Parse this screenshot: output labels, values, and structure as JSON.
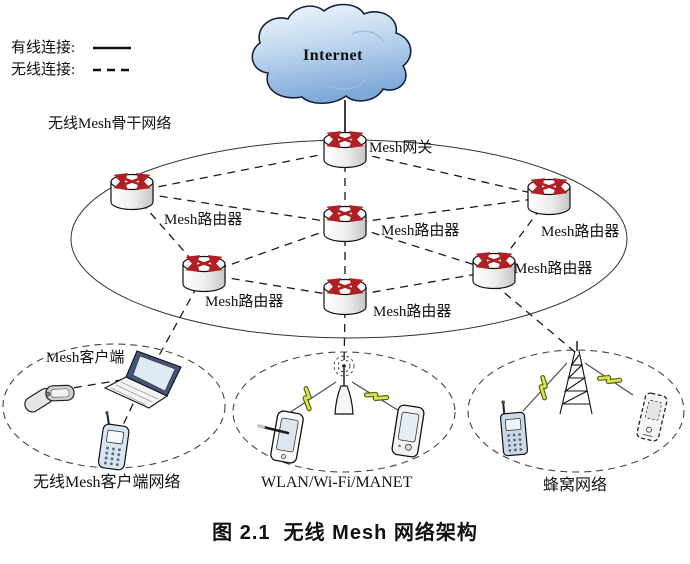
{
  "legend": {
    "wired_label": "有线连接:",
    "wireless_label": "无线连接:"
  },
  "internet": {
    "label": "Internet"
  },
  "backbone": {
    "title": "无线Mesh骨干网络",
    "gateway": {
      "label": "Mesh网关"
    },
    "routers": [
      {
        "label": "Mesh路由器"
      },
      {
        "label": "Mesh路由器"
      },
      {
        "label": "Mesh路由器"
      },
      {
        "label": "Mesh路由器"
      },
      {
        "label": "Mesh路由器"
      },
      {
        "label": "Mesh路由器"
      }
    ]
  },
  "client_network": {
    "node_label": "Mesh客户端",
    "caption": "无线Mesh客户端网络"
  },
  "wlan_network": {
    "caption": "WLAN/Wi-Fi/MANET"
  },
  "cellular_network": {
    "caption": "蜂窝网络"
  },
  "figure_caption": "图 2.1  无线 Mesh 网络架构",
  "colors": {
    "router_arrow": "#b01f24",
    "cloud_top": "#f0f6fd",
    "cloud_bottom": "#7fa9d9",
    "lightning": "#dce64e",
    "line": "#1a1a1a"
  }
}
